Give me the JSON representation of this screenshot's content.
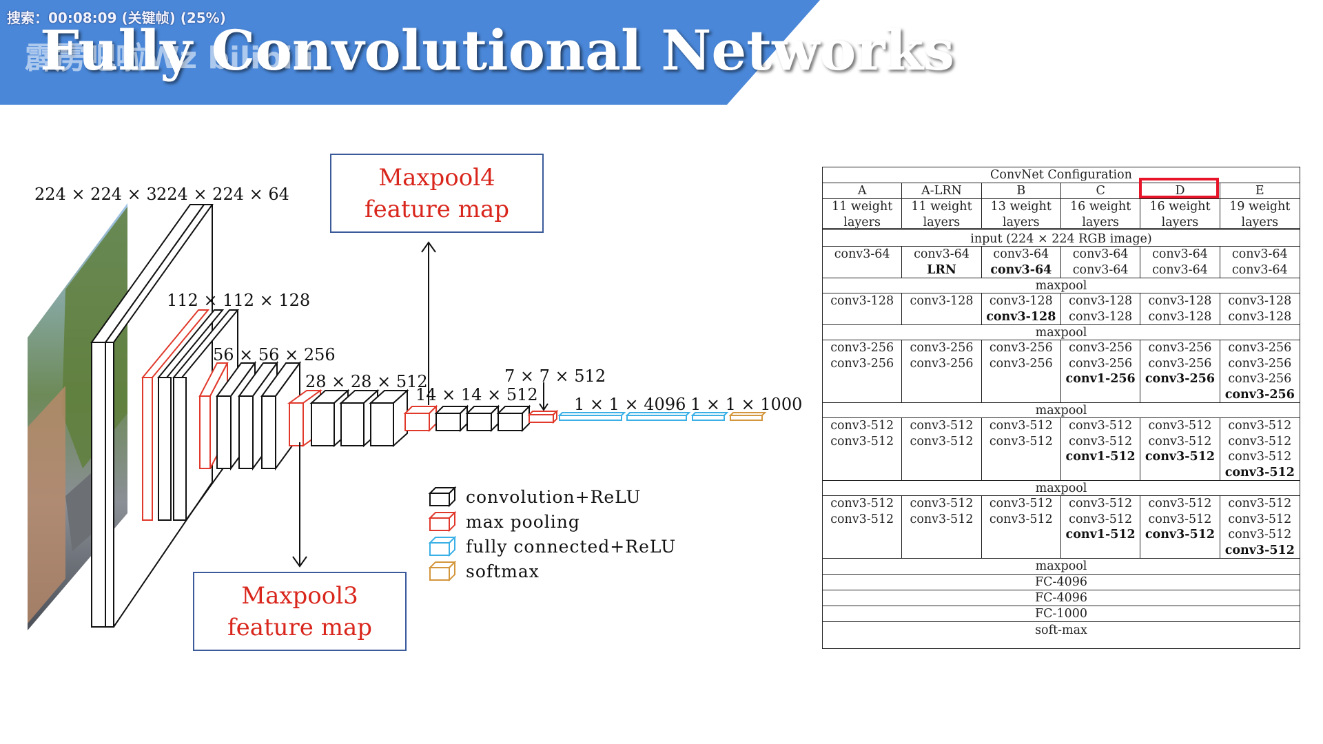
{
  "header": {
    "title": "Fully Convolutional Networks",
    "search_overlay": "搜索：00:08:09 (关键帧) (25%)",
    "watermark": "霹雳吧啦Wz  bilibili",
    "band_color": "#4a87d8"
  },
  "diagram": {
    "dimension_labels": {
      "input": "224 × 224 × 3",
      "conv1": "224 × 224 × 64",
      "conv2": "112 × 112 × 128",
      "conv3": "56 × 56 × 256",
      "conv4": "28 × 28 × 512",
      "conv5": "14 × 14 × 512",
      "pool5": "7 × 7 × 512",
      "fc": "1 × 1 × 4096",
      "out": "1 × 1 × 1000"
    },
    "maxpool4": {
      "line1": "Maxpool4",
      "line2": "feature map"
    },
    "maxpool3": {
      "line1": "Maxpool3",
      "line2": "feature map"
    },
    "legend": [
      {
        "label": "convolution+ReLU",
        "color": "#111111"
      },
      {
        "label": "max pooling",
        "color": "#e0392b"
      },
      {
        "label": "fully connected+ReLU",
        "color": "#3ab0e6"
      },
      {
        "label": "softmax",
        "color": "#d4963c"
      }
    ]
  },
  "table": {
    "title": "ConvNet Configuration",
    "columns": [
      {
        "name": "A",
        "desc1": "11 weight",
        "desc2": "layers"
      },
      {
        "name": "A-LRN",
        "desc1": "11 weight",
        "desc2": "layers"
      },
      {
        "name": "B",
        "desc1": "13 weight",
        "desc2": "layers"
      },
      {
        "name": "C",
        "desc1": "16 weight",
        "desc2": "layers"
      },
      {
        "name": "D",
        "desc1": "16 weight",
        "desc2": "layers"
      },
      {
        "name": "E",
        "desc1": "19 weight",
        "desc2": "layers"
      }
    ],
    "input_row": "input (224 × 224 RGB image)",
    "maxpool_label": "maxpool",
    "blocks": [
      [
        [
          "conv3-64"
        ],
        [
          "conv3-64",
          "*LRN"
        ],
        [
          "conv3-64",
          "*conv3-64"
        ],
        [
          "conv3-64",
          "conv3-64"
        ],
        [
          "conv3-64",
          "conv3-64"
        ],
        [
          "conv3-64",
          "conv3-64"
        ]
      ],
      [
        [
          "conv3-128"
        ],
        [
          "conv3-128"
        ],
        [
          "conv3-128",
          "*conv3-128"
        ],
        [
          "conv3-128",
          "conv3-128"
        ],
        [
          "conv3-128",
          "conv3-128"
        ],
        [
          "conv3-128",
          "conv3-128"
        ]
      ],
      [
        [
          "conv3-256",
          "conv3-256"
        ],
        [
          "conv3-256",
          "conv3-256"
        ],
        [
          "conv3-256",
          "conv3-256"
        ],
        [
          "conv3-256",
          "conv3-256",
          "*conv1-256"
        ],
        [
          "conv3-256",
          "conv3-256",
          "*conv3-256"
        ],
        [
          "conv3-256",
          "conv3-256",
          "conv3-256",
          "*conv3-256"
        ]
      ],
      [
        [
          "conv3-512",
          "conv3-512"
        ],
        [
          "conv3-512",
          "conv3-512"
        ],
        [
          "conv3-512",
          "conv3-512"
        ],
        [
          "conv3-512",
          "conv3-512",
          "*conv1-512"
        ],
        [
          "conv3-512",
          "conv3-512",
          "*conv3-512"
        ],
        [
          "conv3-512",
          "conv3-512",
          "conv3-512",
          "*conv3-512"
        ]
      ],
      [
        [
          "conv3-512",
          "conv3-512"
        ],
        [
          "conv3-512",
          "conv3-512"
        ],
        [
          "conv3-512",
          "conv3-512"
        ],
        [
          "conv3-512",
          "conv3-512",
          "*conv1-512"
        ],
        [
          "conv3-512",
          "conv3-512",
          "*conv3-512"
        ],
        [
          "conv3-512",
          "conv3-512",
          "conv3-512",
          "*conv3-512"
        ]
      ]
    ],
    "tail_rows": [
      "maxpool",
      "FC-4096",
      "FC-4096",
      "FC-1000",
      "soft-max"
    ],
    "highlight_color": "#e8152a"
  }
}
